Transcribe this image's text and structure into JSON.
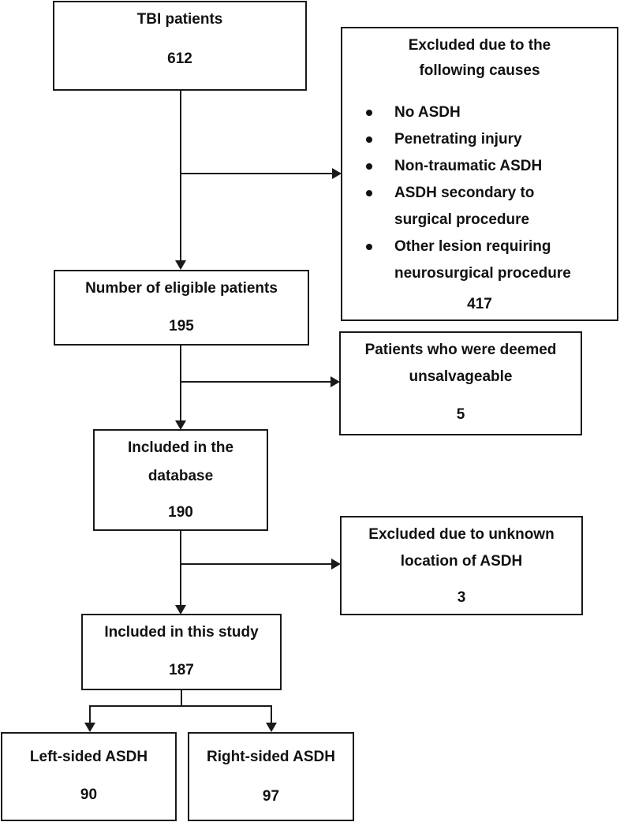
{
  "boxes": {
    "tbi": {
      "label": "TBI patients",
      "count": "612"
    },
    "excluded_causes": {
      "title_line1": "Excluded due to the",
      "title_line2": "following causes",
      "items": [
        {
          "line1": "No ASDH"
        },
        {
          "line1": "Penetrating injury"
        },
        {
          "line1": "Non-traumatic ASDH"
        },
        {
          "line1": "ASDH secondary to",
          "line2": "surgical procedure"
        },
        {
          "line1": "Other lesion requiring",
          "line2": "neurosurgical procedure"
        }
      ],
      "count": "417"
    },
    "eligible": {
      "label": "Number of eligible patients",
      "count": "195"
    },
    "unsalvageable": {
      "line1": "Patients who were deemed",
      "line2": "unsalvageable",
      "count": "5"
    },
    "database": {
      "line1": "Included in the",
      "line2": "database",
      "count": "190"
    },
    "unknown_location": {
      "line1": "Excluded due to unknown",
      "line2": "location of ASDH",
      "count": "3"
    },
    "study": {
      "label": "Included in this study",
      "count": "187"
    },
    "left": {
      "label": "Left-sided ASDH",
      "count": "90"
    },
    "right": {
      "label": "Right-sided ASDH",
      "count": "97"
    }
  }
}
